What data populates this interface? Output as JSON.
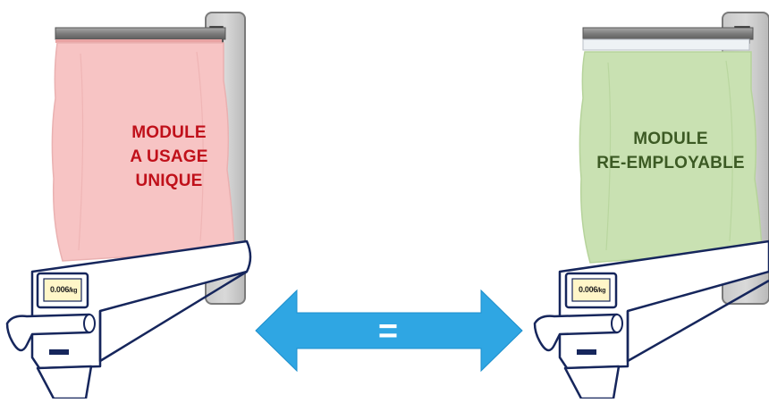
{
  "left_module": {
    "label_lines": [
      "MODULE",
      "A USAGE",
      "UNIQUE"
    ],
    "color": "#c0101a",
    "bag_color": "#f7c4c4",
    "display": "0.006",
    "display_unit": "/kg"
  },
  "right_module": {
    "label_lines": [
      "MODULE",
      "RE-EMPLOYABLE"
    ],
    "color": "#3c5a24",
    "bag_color": "#c9e1b2",
    "display": "0.006",
    "display_unit": "/kg"
  },
  "equivalence": {
    "symbol": "=",
    "arrow_color": "#2fa6e3"
  }
}
